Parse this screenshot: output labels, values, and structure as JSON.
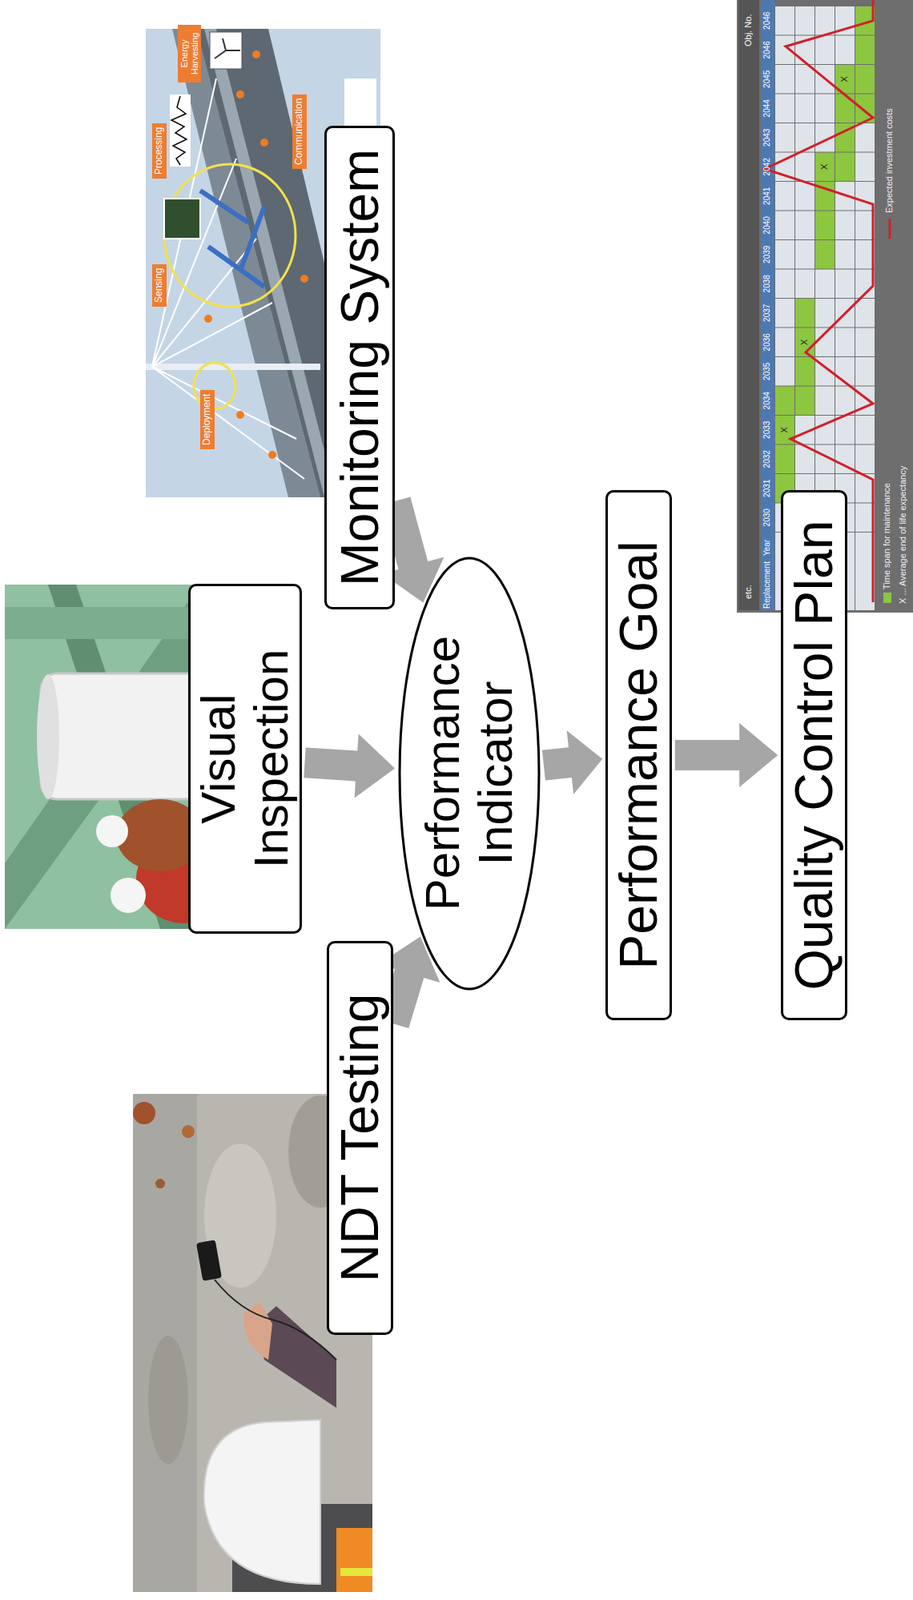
{
  "diagram": {
    "nodes": [
      {
        "text": [
          "NDT Testing"
        ]
      },
      {
        "text": [
          "Visual Inspection"
        ]
      },
      {
        "text": [
          "Monitoring System"
        ]
      },
      {
        "text": [
          "Performance Indicator"
        ]
      },
      {
        "text": [
          "Performance Goal"
        ]
      },
      {
        "text": [
          "Quality Control Plan"
        ]
      }
    ],
    "edges": [
      {
        "from": 0,
        "to": 3,
        "arrow": "to"
      },
      {
        "from": 1,
        "to": 3,
        "arrow": "to"
      },
      {
        "from": 2,
        "to": 3,
        "arrow": "to"
      },
      {
        "from": 3,
        "to": 4,
        "arrow": "to"
      },
      {
        "from": 4,
        "to": 5,
        "arrow": "to"
      }
    ],
    "labels": [
      "Deployment",
      "Sensing",
      "Processing",
      "Energy Harvesting",
      "Communication",
      "Obj. No.",
      "Replacement",
      "Year",
      "2030",
      "2031",
      "2032",
      "2033",
      "2034",
      "2035",
      "2036",
      "2037",
      "2038",
      "2039",
      "2040",
      "2041",
      "2042",
      "2043",
      "2044",
      "2045",
      "2046",
      "2046",
      "etc.",
      "X",
      "X",
      "X",
      "X"
    ],
    "legend": [
      {
        "text": "Time span for maintenance",
        "color": "#8dc63f"
      },
      {
        "text": "X ... Average end of life expectancy"
      },
      {
        "text": "Expected investment costs"
      }
    ]
  }
}
